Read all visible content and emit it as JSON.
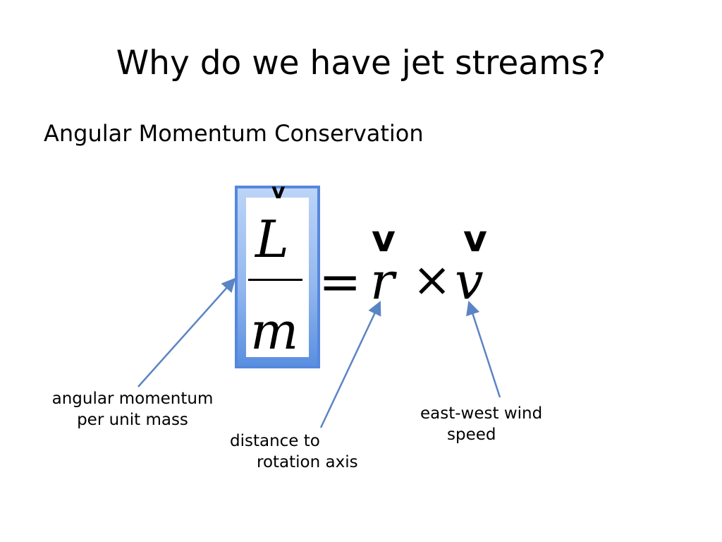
{
  "slide": {
    "title": "Why do we have jet streams?",
    "subtitle": "Angular Momentum Conservation"
  },
  "equation": {
    "numerator": "L",
    "denominator": "m",
    "equals": "=",
    "r": "r",
    "times": "×",
    "v": "v",
    "vector_mark": "v"
  },
  "callouts": {
    "angular_momentum": {
      "line1": "angular momentum",
      "line2": "per unit mass"
    },
    "distance": {
      "line1": "distance to",
      "line2": "rotation axis"
    },
    "wind": {
      "line1": "east-west wind",
      "line2": "speed"
    }
  },
  "colors": {
    "arrow": "#5b84c4",
    "box_border": "#5588dd"
  }
}
